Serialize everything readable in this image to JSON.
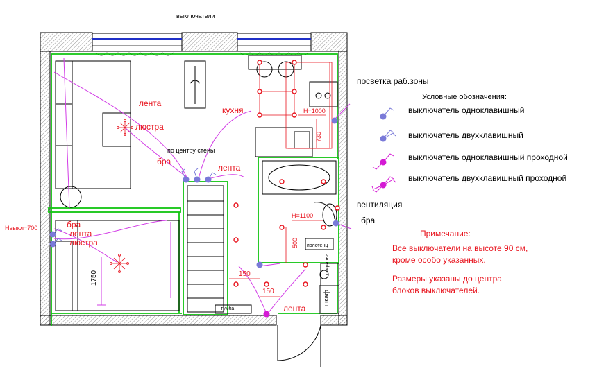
{
  "title": "выключатели",
  "colors": {
    "wall": "#000000",
    "green": "#11c511",
    "magenta": "#d23ce6",
    "red_point": "#e8141e",
    "switch_blue": "#7a7ad8",
    "switch_pass": "#d41ad4",
    "window_blue": "#2030c8"
  },
  "rooms": {
    "kitchen": "кухня",
    "pantry": "тумба",
    "towel": "полотенц",
    "washer": "стирална",
    "closet": "шкаф"
  },
  "labels": {
    "tape_1": "лента",
    "chandelier_1": "люстра",
    "sconce_1": "бра",
    "center_wall": "по центру стены",
    "tape_2": "лента",
    "h1000": "H=1000",
    "dim_730": "730",
    "h1100": "H=1100",
    "dim_500": "500",
    "dim_150a": "150",
    "dim_150b": "150",
    "dim_1750": "1750",
    "nvykl": "Hвыкл=700",
    "sconce_2": "бра",
    "tape_3": "лента",
    "chandelier_2": "люстра",
    "tape_4": "лента",
    "work_zone": "посветка раб.зоны",
    "ventilation": "вентиляция",
    "sconce_3": "бра"
  },
  "legend": {
    "title": "Условные обозначения:",
    "items": [
      "выключатель одноклавишный",
      "выключатель двухклавишный",
      "выключатель одноклавишный проходной",
      "выключатель двухклавишный проходной"
    ]
  },
  "note": {
    "title": "Примечание:",
    "line1": "Все выключатели на высоте 90 см,",
    "line2": "кроме особо указанных.",
    "line3": "Размеры указаны до центра",
    "line4": "блоков выключателей."
  }
}
